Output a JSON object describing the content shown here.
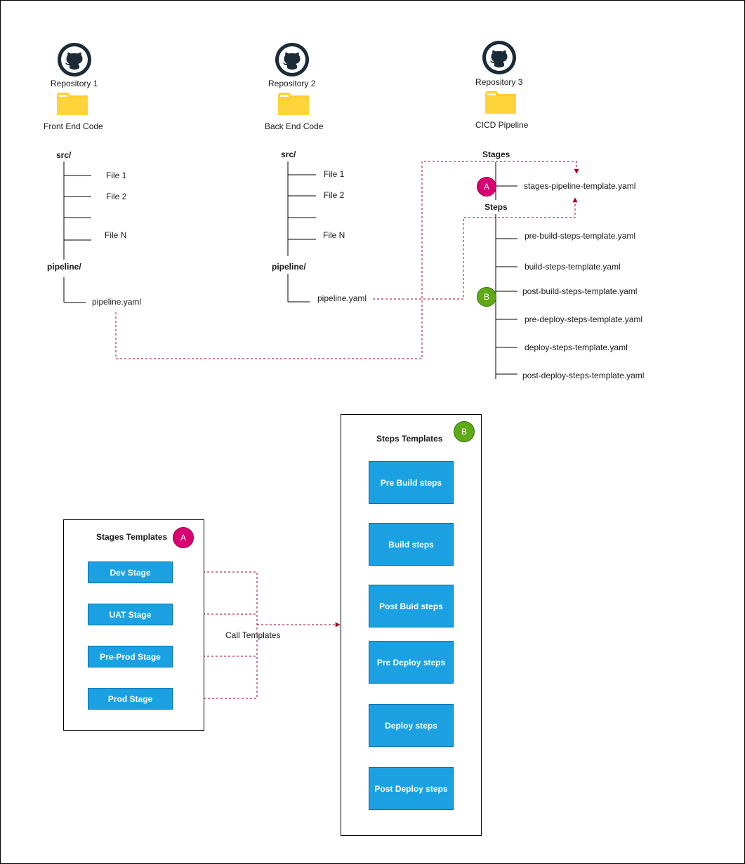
{
  "repos": [
    {
      "name": "Repository 1",
      "folder": "Front End Code"
    },
    {
      "name": "Repository 2",
      "folder": "Back End Code"
    },
    {
      "name": "Repository 3",
      "folder": "CICD Pipeline"
    }
  ],
  "frontend_tree": {
    "src": "src/",
    "files": [
      "File 1",
      "File 2",
      "File N"
    ],
    "pipeline_dir": "pipeline/",
    "pipeline_file": "pipeline.yaml"
  },
  "backend_tree": {
    "src": "src/",
    "files": [
      "File 1",
      "File 2",
      "File N"
    ],
    "pipeline_dir": "pipeline/",
    "pipeline_file": "pipeline.yaml"
  },
  "cicd_tree": {
    "stages_heading": "Stages",
    "stages_file": "stages-pipeline-template.yaml",
    "steps_heading": "Steps",
    "steps_files": [
      "pre-build-steps-template.yaml",
      "build-steps-template.yaml",
      "post-build-steps-template.yaml",
      "pre-deploy-steps-template.yaml",
      "deploy-steps-template.yaml",
      "post-deploy-steps-template.yaml"
    ]
  },
  "badges": {
    "a": "A",
    "b": "B"
  },
  "stages_templates": {
    "title": "Stages Templates",
    "stages": [
      "Dev Stage",
      "UAT Stage",
      "Pre-Prod Stage",
      "Prod Stage"
    ]
  },
  "steps_templates": {
    "title": "Steps Templates",
    "steps": [
      "Pre Build steps",
      "Build steps",
      "Post Buid steps",
      "Pre Deploy steps",
      "Deploy steps",
      "Post Deploy steps"
    ]
  },
  "connector_label": "Call Templates",
  "colors": {
    "stage_fill": "#1ba1e2",
    "badge_a": "#d80073",
    "badge_b": "#60a917",
    "dashed_link": "#a20025",
    "flow_arrow": "#006eaf",
    "folder": "#ffcd28"
  },
  "icons": [
    "github-icon",
    "folder-icon"
  ]
}
